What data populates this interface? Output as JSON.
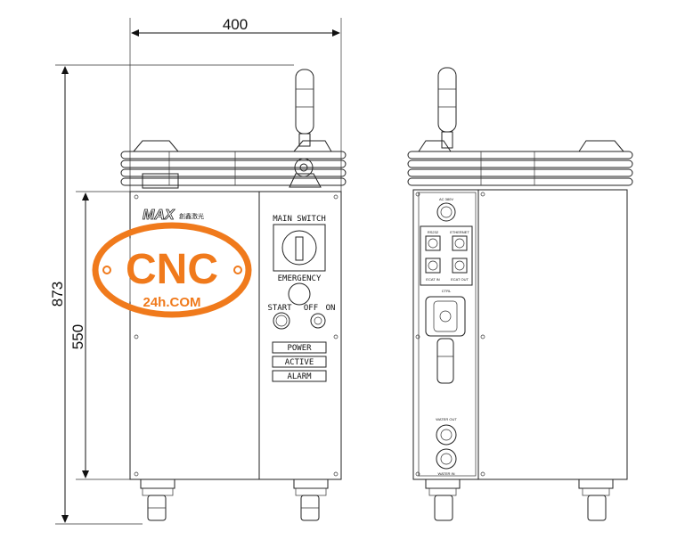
{
  "dimensions": {
    "width": "400",
    "height_total": "873",
    "height_cabinet": "550"
  },
  "logo": {
    "brand": "MAX",
    "brand_suffix": "創鑫激光"
  },
  "front_panel": {
    "main_switch": "MAIN  SWITCH",
    "emergency": "EMERGENCY",
    "start": "START",
    "off": "OFF",
    "on": "ON",
    "indicators": [
      "POWER",
      "ACTIVE",
      "ALARM"
    ]
  },
  "side_panel": {
    "ac": "AC 380V",
    "rs232": "RS232",
    "ethernet": "ETHERNET",
    "ecat_in": "ECAT IN",
    "ecat_out": "ECAT OUT",
    "ctrl": "CTRL",
    "water_out": "WATER OUT",
    "water_in": "WATER IN"
  },
  "watermark": {
    "text": "CNC",
    "subtext": "24h.COM",
    "color": "#f07a1c"
  },
  "colors": {
    "line": "#222222",
    "panel": "#f2f2f2"
  }
}
